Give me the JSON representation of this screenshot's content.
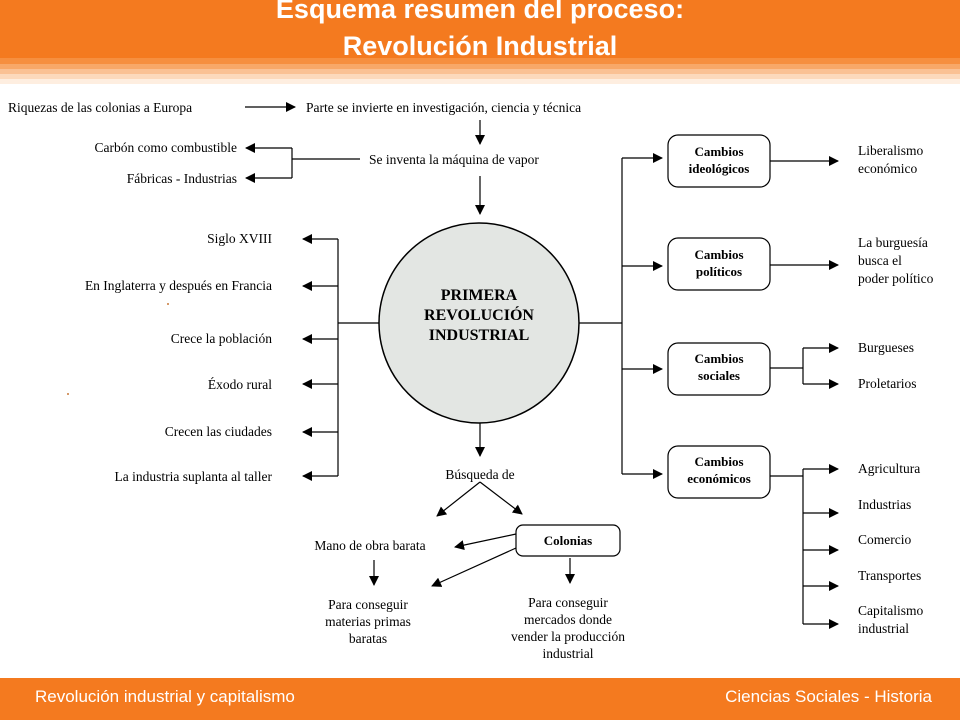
{
  "header": {
    "title_line1": "Esquema resumen del proceso:",
    "title_line2": "Revolución Industrial"
  },
  "footer": {
    "left": "Revolución industrial y capitalismo",
    "right": "Ciencias Sociales - Historia"
  },
  "diagram": {
    "top_left": "Riquezas de las colonias a Europa",
    "top_right": "Parte se invierte en investigación, ciencia y técnica",
    "fuel": "Carbón como combustible",
    "factories": "Fábricas - Industrias",
    "steam": "Se inventa la máquina de vapor",
    "center_line1": "PRIMERA",
    "center_line2": "REVOLUCIÓN",
    "center_line3": "INDUSTRIAL",
    "left_items": [
      "Siglo XVIII",
      "En Inglaterra y después en Francia",
      "Crece la población",
      "Éxodo rural",
      "Crecen las ciudades",
      "La industria suplanta al taller"
    ],
    "search": "Búsqueda de",
    "labor": "Mano de obra barata",
    "colonies": "Colonias",
    "raw_materials": [
      "Para conseguir",
      "materias primas",
      "baratas"
    ],
    "markets": [
      "Para conseguir",
      "mercados donde",
      "vender la producción",
      "industrial"
    ],
    "changes": [
      {
        "line1": "Cambios",
        "line2": "ideológicos"
      },
      {
        "line1": "Cambios",
        "line2": "políticos"
      },
      {
        "line1": "Cambios",
        "line2": "sociales"
      },
      {
        "line1": "Cambios",
        "line2": "económicos"
      }
    ],
    "ideological_result": [
      "Liberalismo",
      "económico"
    ],
    "political_result": [
      "La burguesía",
      "busca el",
      "poder político"
    ],
    "social_results": [
      "Burgueses",
      "Proletarios"
    ],
    "economic_results": [
      "Agricultura",
      "Industrias",
      "Comercio",
      "Transportes",
      "Capitalismo",
      "industrial"
    ]
  }
}
